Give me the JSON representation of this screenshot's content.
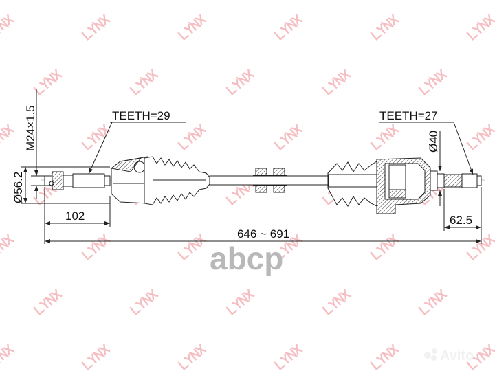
{
  "watermark": {
    "brand": "LYNX",
    "color": "#f2a8ae"
  },
  "labels": {
    "teeth_outer": "TEETH=29",
    "teeth_inner": "TEETH=27",
    "thread": "M24×1.5",
    "diameter_outer": "Ø56.2",
    "diameter_inner": "Ø40",
    "length_outer_stub": "102",
    "total_length": "646 ~ 691",
    "length_inner_stub": "62.5"
  },
  "logos": {
    "center": "abcp",
    "corner": "Avito"
  }
}
